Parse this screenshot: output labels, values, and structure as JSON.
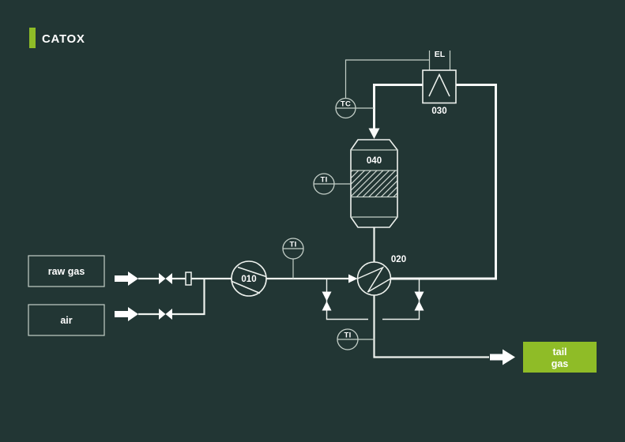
{
  "colors": {
    "background": "#223634",
    "accent_green": "#8fbc27",
    "line": "#eef2ee",
    "line_dim": "#c4cfc8",
    "line_bright": "#f8faf8",
    "arrow_white": "#ffffff"
  },
  "header": {
    "title": "CATOX"
  },
  "streams": {
    "raw_gas": "raw gas",
    "air": "air",
    "tail_gas_line1": "tail",
    "tail_gas_line2": "gas"
  },
  "equipment": {
    "blower_tag": "010",
    "heat_exchanger_tag": "020",
    "heater_tag": "030",
    "heater_power_label": "EL",
    "reactor_tag": "040"
  },
  "instruments": {
    "feed_ti": "TI",
    "heater_tc": "TC",
    "reactor_ti": "TI",
    "outlet_ti": "TI"
  }
}
